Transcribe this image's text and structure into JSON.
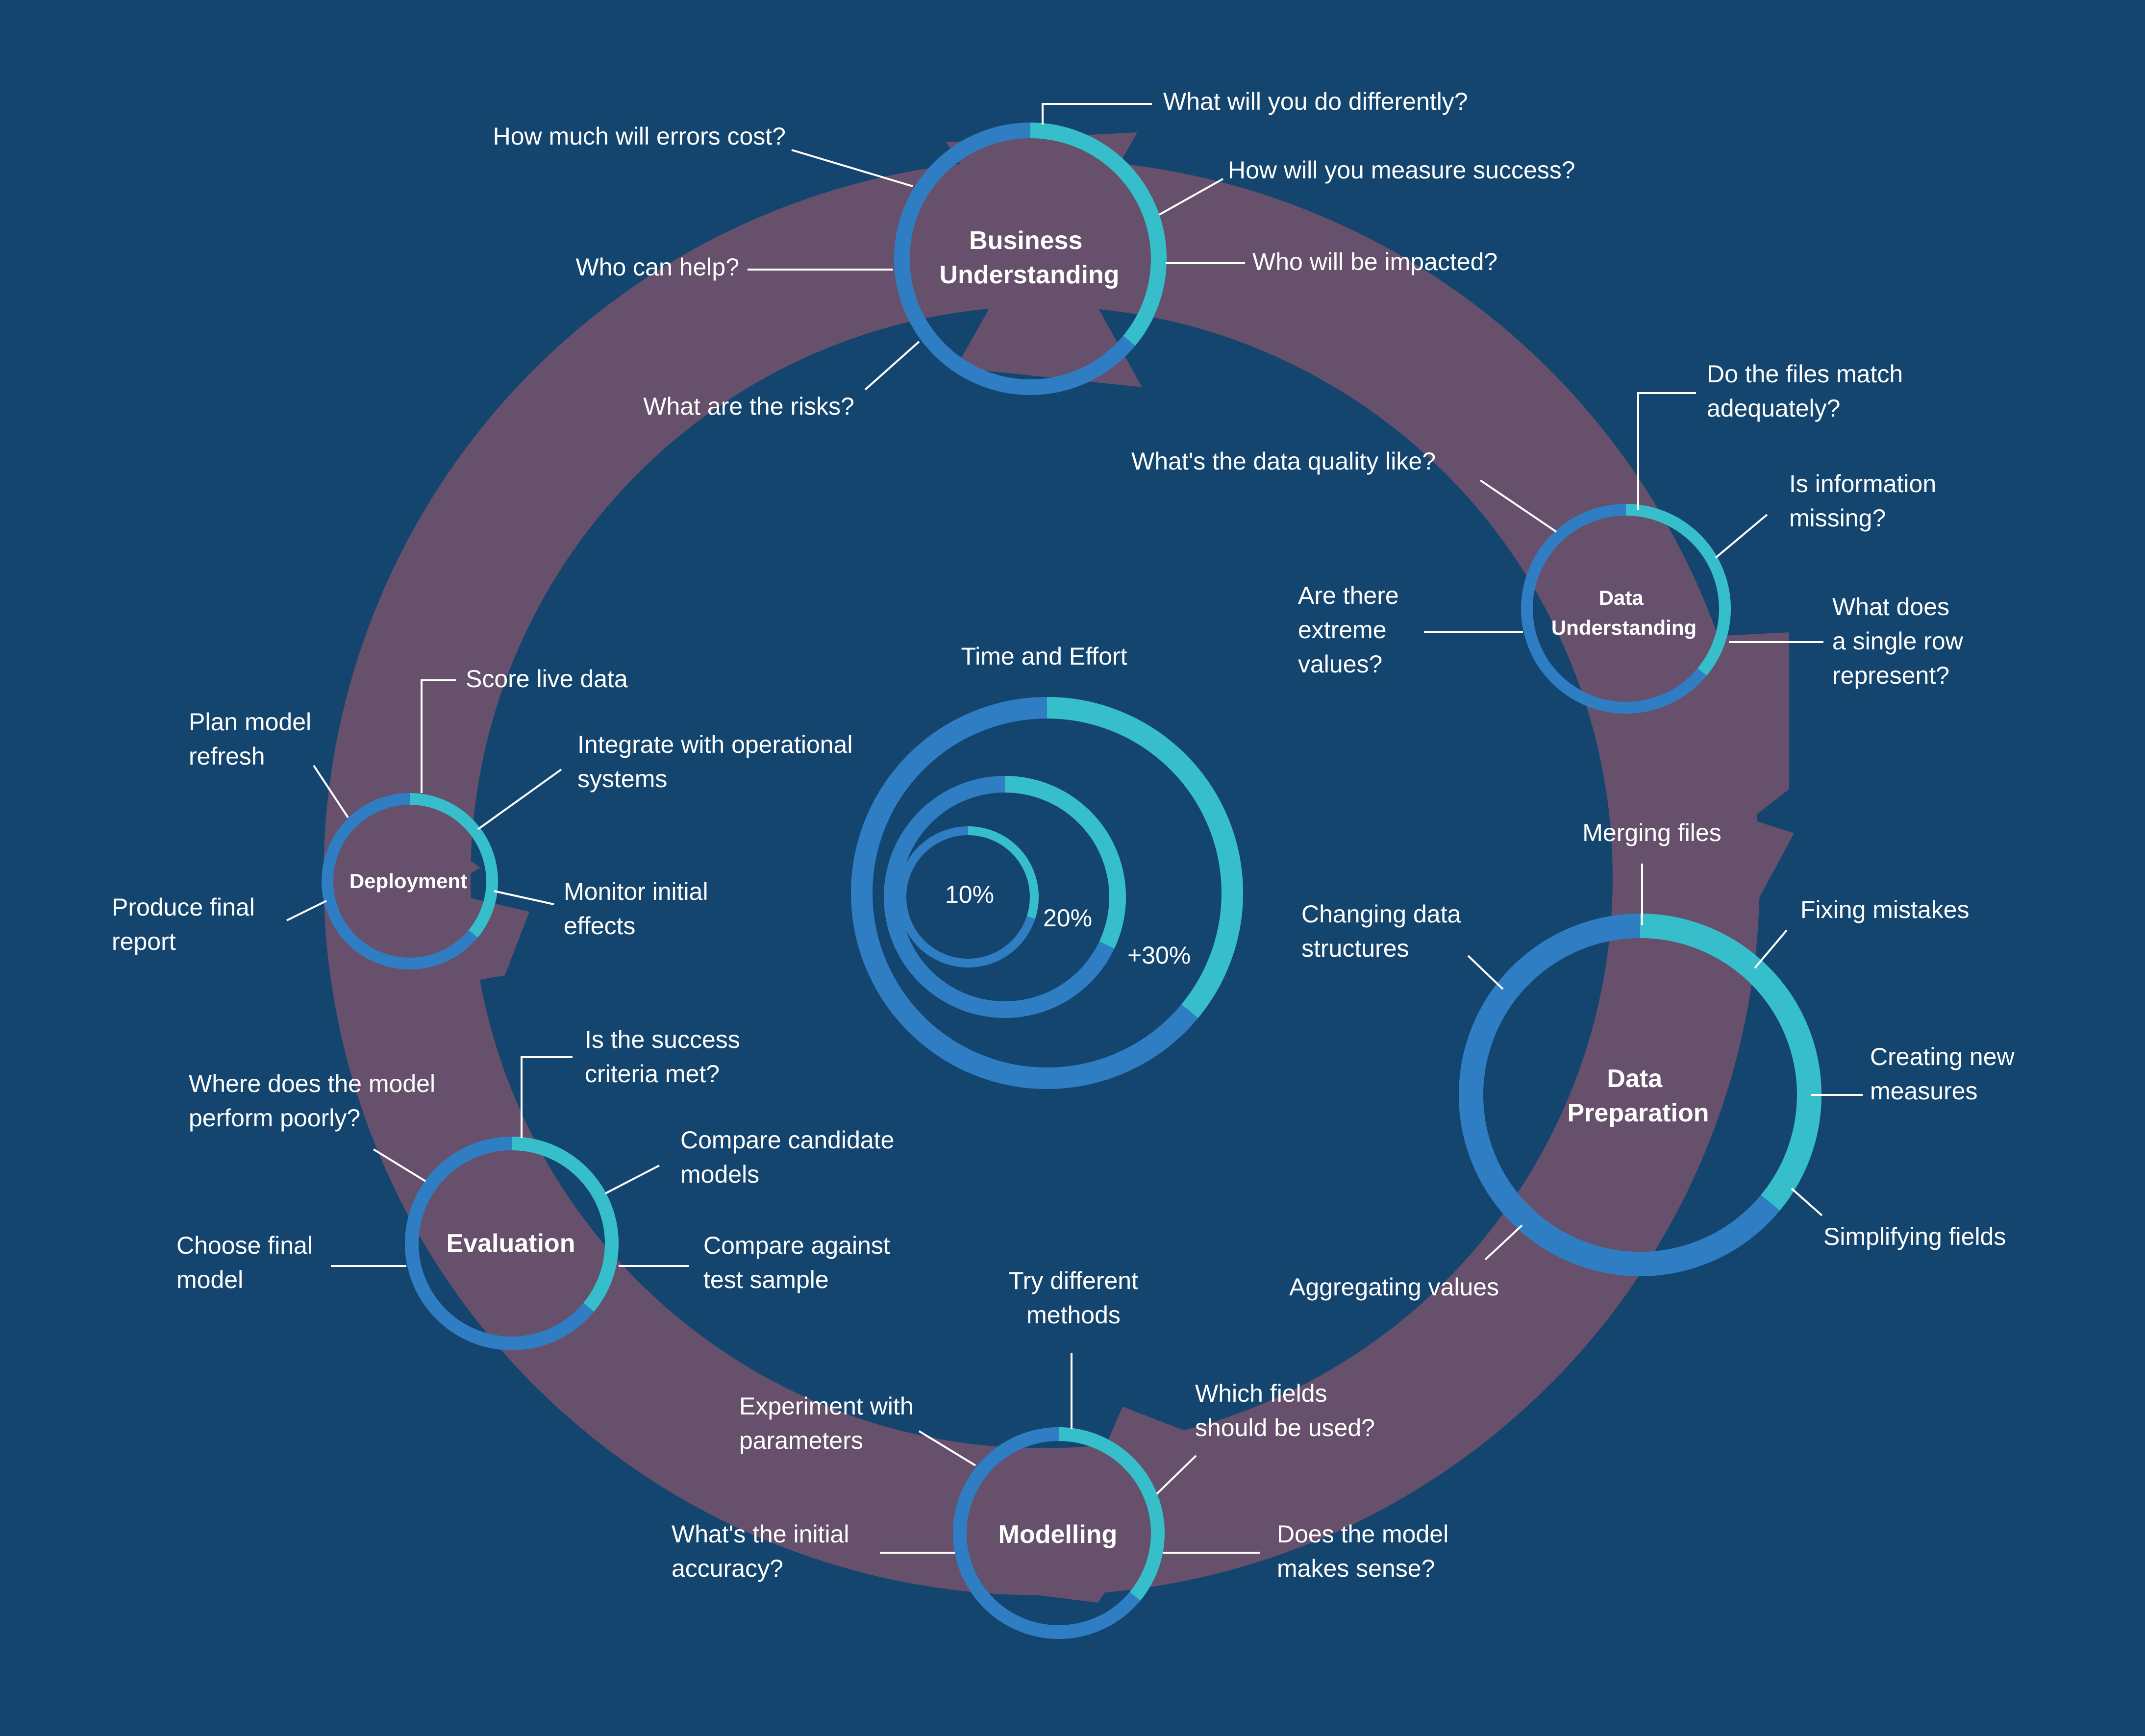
{
  "colors": {
    "background": "#13456f",
    "arrow": "#66506b",
    "ring_base": "#2f7ec4",
    "ring_accent": "#36bfca",
    "text": "#ffffff",
    "leader": "#ffffff"
  },
  "center": {
    "title": "Time and Effort",
    "rings": [
      {
        "label": "10%",
        "fraction": 0.3
      },
      {
        "label": "20%",
        "fraction": 0.32
      },
      {
        "label": "+30%",
        "fraction": 0.36
      }
    ]
  },
  "stages": {
    "business_understanding": {
      "label_lines": [
        "Business",
        "Understanding"
      ],
      "accent_fraction": 0.36,
      "questions": [
        "What will you do differently?",
        "How will you measure success?",
        "Who will be impacted?",
        "How much will errors cost?",
        "Who can help?",
        "What are the risks?"
      ]
    },
    "data_understanding": {
      "label_lines": [
        "Data",
        "Understanding"
      ],
      "accent_fraction": 0.36,
      "questions": [
        "Do the files match adequately?",
        "Is information missing?",
        "What does a single row represent?",
        "What's the data quality like?",
        "Are there extreme values?"
      ]
    },
    "data_preparation": {
      "label_lines": [
        "Data",
        "Preparation"
      ],
      "accent_fraction": 0.36,
      "questions": [
        "Merging files",
        "Fixing mistakes",
        "Creating new measures",
        "Simplifying fields",
        "Changing data structures",
        "Aggregating values"
      ]
    },
    "modelling": {
      "label_lines": [
        "Modelling"
      ],
      "accent_fraction": 0.36,
      "questions": [
        "Try different methods",
        "Which fields should be used?",
        "Does the model makes sense?",
        "Experiment with parameters",
        "What's the initial accuracy?"
      ]
    },
    "evaluation": {
      "label_lines": [
        "Evaluation"
      ],
      "accent_fraction": 0.36,
      "questions": [
        "Is the success criteria met?",
        "Compare candidate models",
        "Compare against test sample",
        "Where does the model perform poorly?",
        "Choose final model"
      ]
    },
    "deployment": {
      "label_lines": [
        "Deployment"
      ],
      "accent_fraction": 0.36,
      "questions": [
        "Score live data",
        "Integrate with operational systems",
        "Monitor initial effects",
        "Plan model refresh",
        "Produce final report"
      ]
    }
  }
}
